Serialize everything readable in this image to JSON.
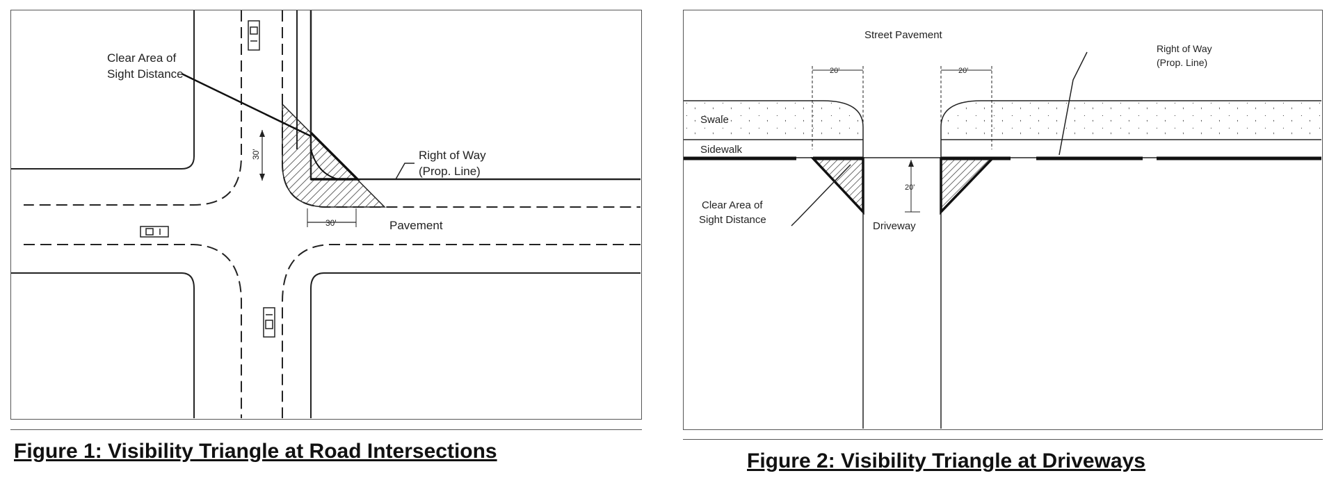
{
  "figure1": {
    "caption": "Figure 1: Visibility Triangle at Road Intersections",
    "labels": {
      "clear_area_line1": "Clear Area of",
      "clear_area_line2": "Sight Distance",
      "row_line1": "Right of Way",
      "row_line2": "(Prop. Line)",
      "pavement": "Pavement",
      "dim_horizontal": "30'",
      "dim_vertical": "30'"
    }
  },
  "figure2": {
    "caption": "Figure 2: Visibility Triangle at Driveways",
    "labels": {
      "street_pavement": "Street Pavement",
      "swale": "Swale",
      "sidewalk": "Sidewalk",
      "row_line1": "Right of Way",
      "row_line2": "(Prop. Line)",
      "clear_area_line1": "Clear Area of",
      "clear_area_line2": "Sight Distance",
      "driveway": "Driveway",
      "dim_left": "20'",
      "dim_right": "20'",
      "dim_vertical": "20'"
    }
  },
  "colors": {
    "line": "#222222",
    "hatch": "#333333"
  }
}
